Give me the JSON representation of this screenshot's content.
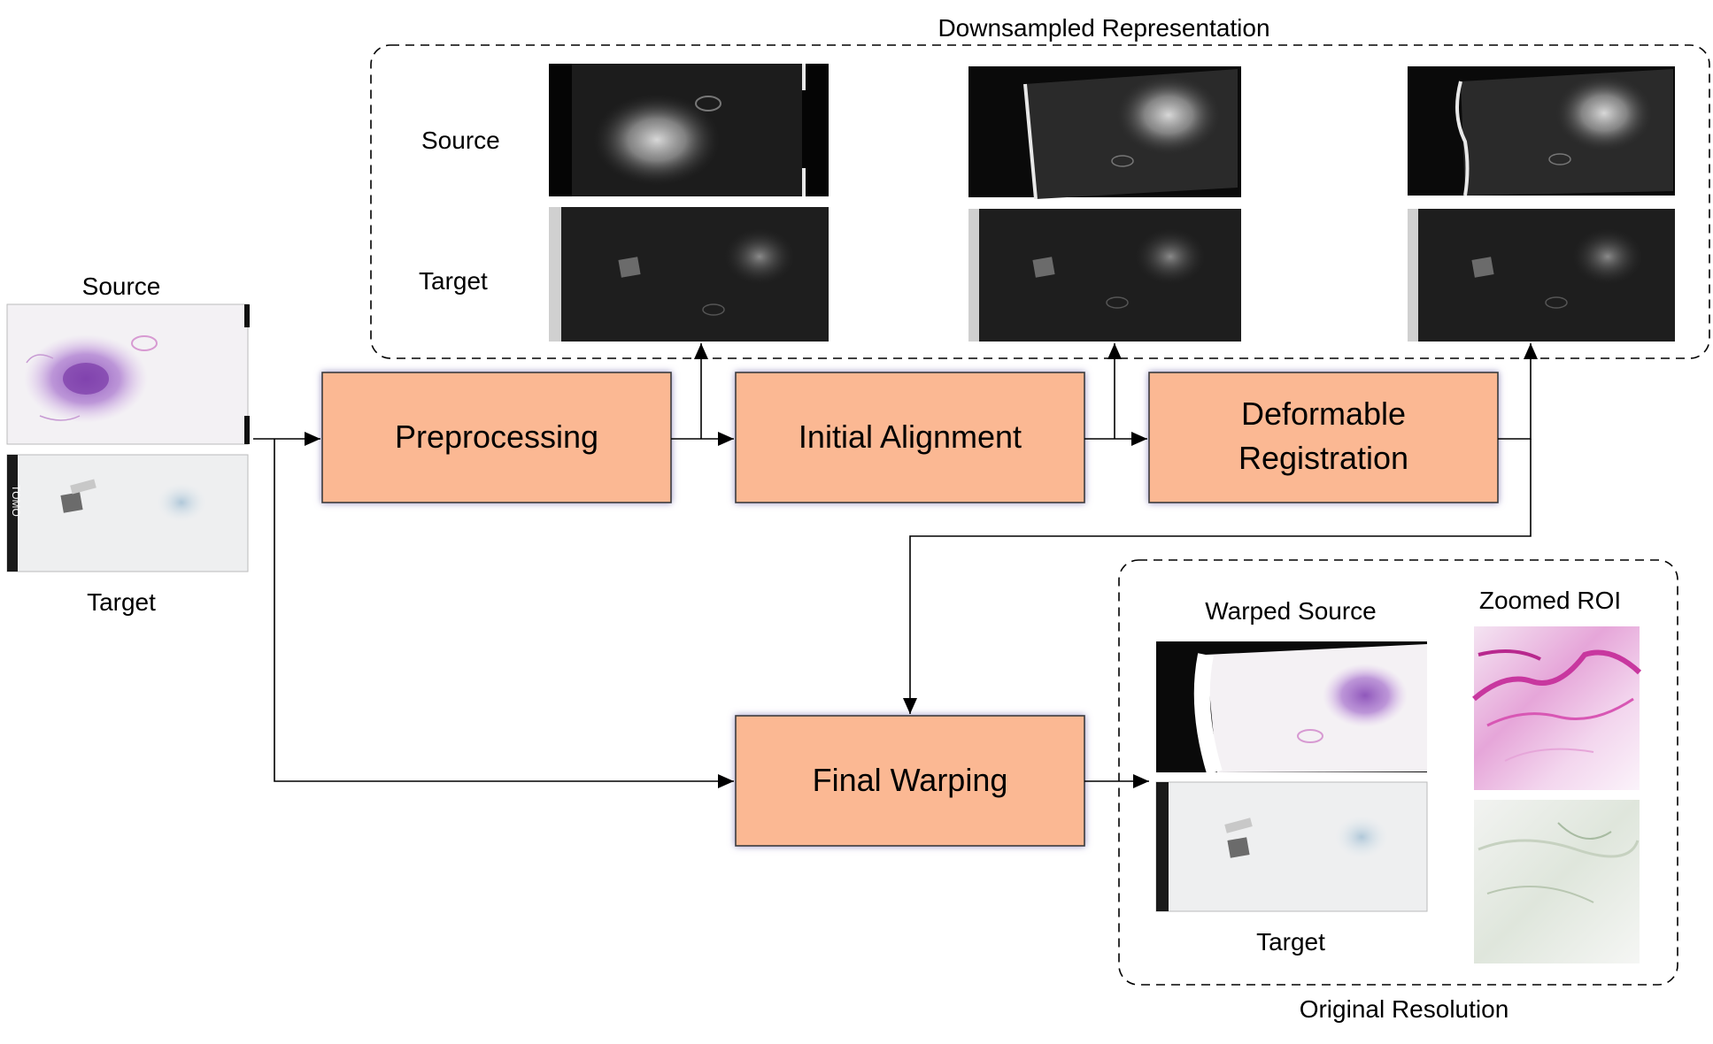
{
  "input": {
    "source_label": "Source",
    "target_label": "Target",
    "tomo_text": "TOMO"
  },
  "downsampled": {
    "title": "Downsampled Representation",
    "row_source": "Source",
    "row_target": "Target"
  },
  "steps": {
    "preprocessing": "Preprocessing",
    "initial_alignment": "Initial Alignment",
    "deformable_line1": "Deformable",
    "deformable_line2": "Registration",
    "final_warping": "Final Warping"
  },
  "original": {
    "title": "Original Resolution",
    "warped_source": "Warped Source",
    "target": "Target",
    "zoomed_roi": "Zoomed ROI"
  },
  "colors": {
    "box_fill": "#FBB893",
    "box_stroke": "#3a3a3a",
    "box_glow": "#7a6fb0",
    "slide_black": "#1c1c1c",
    "he_stain": "#9d5fbf",
    "ihc_stain": "#a9c3d6"
  }
}
